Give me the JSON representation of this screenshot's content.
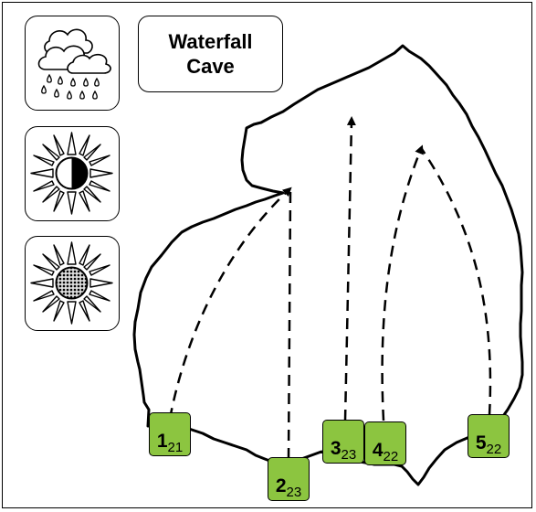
{
  "title": {
    "line1": "Waterfall",
    "line2": "Cave"
  },
  "conditions": [
    {
      "icon": "rain-cloud-icon"
    },
    {
      "icon": "partial-sun-icon"
    },
    {
      "icon": "full-sun-icon"
    }
  ],
  "routes": [
    {
      "number": "1",
      "grade": "21"
    },
    {
      "number": "2",
      "grade": "23"
    },
    {
      "number": "3",
      "grade": "23"
    },
    {
      "number": "4",
      "grade": "22"
    },
    {
      "number": "5",
      "grade": "22"
    }
  ],
  "colors": {
    "tag_fill": "#8cc540",
    "outline": "#000000"
  }
}
